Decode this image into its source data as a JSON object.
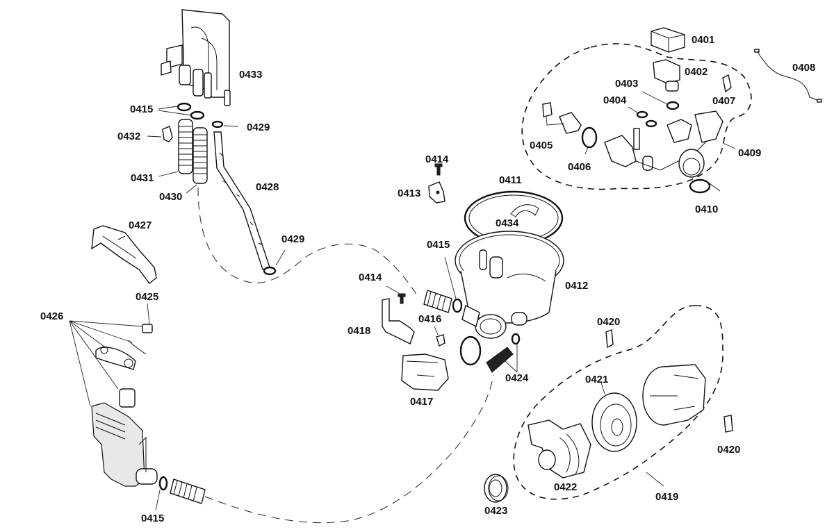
{
  "diagram": {
    "type": "exploded-parts-diagram",
    "subject": "Dishwasher sump, pump and water inlet assembly",
    "labels": {
      "p0401": "0401",
      "p0402": "0402",
      "p0403": "0403",
      "p0404": "0404",
      "p0405": "0405",
      "p0406": "0406",
      "p0407": "0407",
      "p0408": "0408",
      "p0409": "0409",
      "p0410": "0410",
      "p0411": "0411",
      "p0412": "0412",
      "p0413": "0413",
      "p0414a": "0414",
      "p0414b": "0414",
      "p0415a": "0415",
      "p0415b": "0415",
      "p0415c": "0415",
      "p0416": "0416",
      "p0417": "0417",
      "p0418": "0418",
      "p0419": "0419",
      "p0420a": "0420",
      "p0420b": "0420",
      "p0421": "0421",
      "p0422": "0422",
      "p0423": "0423",
      "p0424": "0424",
      "p0425": "0425",
      "p0426": "0426",
      "p0427": "0427",
      "p0428": "0428",
      "p0429a": "0429",
      "p0429b": "0429",
      "p0430": "0430",
      "p0431": "0431",
      "p0432": "0432",
      "p0433": "0433",
      "p0434": "0434"
    },
    "groups": [
      {
        "id": "0409",
        "description": "Inlet valve assembly group (dashed outline)",
        "members": [
          "0402",
          "0403",
          "0404",
          "0405",
          "0406",
          "0407"
        ]
      },
      {
        "id": "0419",
        "description": "Circulation pump group (dashed outline)",
        "members": [
          "0421",
          "0422"
        ]
      },
      {
        "id": "0426",
        "description": "Drain pump components",
        "members": [
          "0425"
        ]
      }
    ]
  }
}
